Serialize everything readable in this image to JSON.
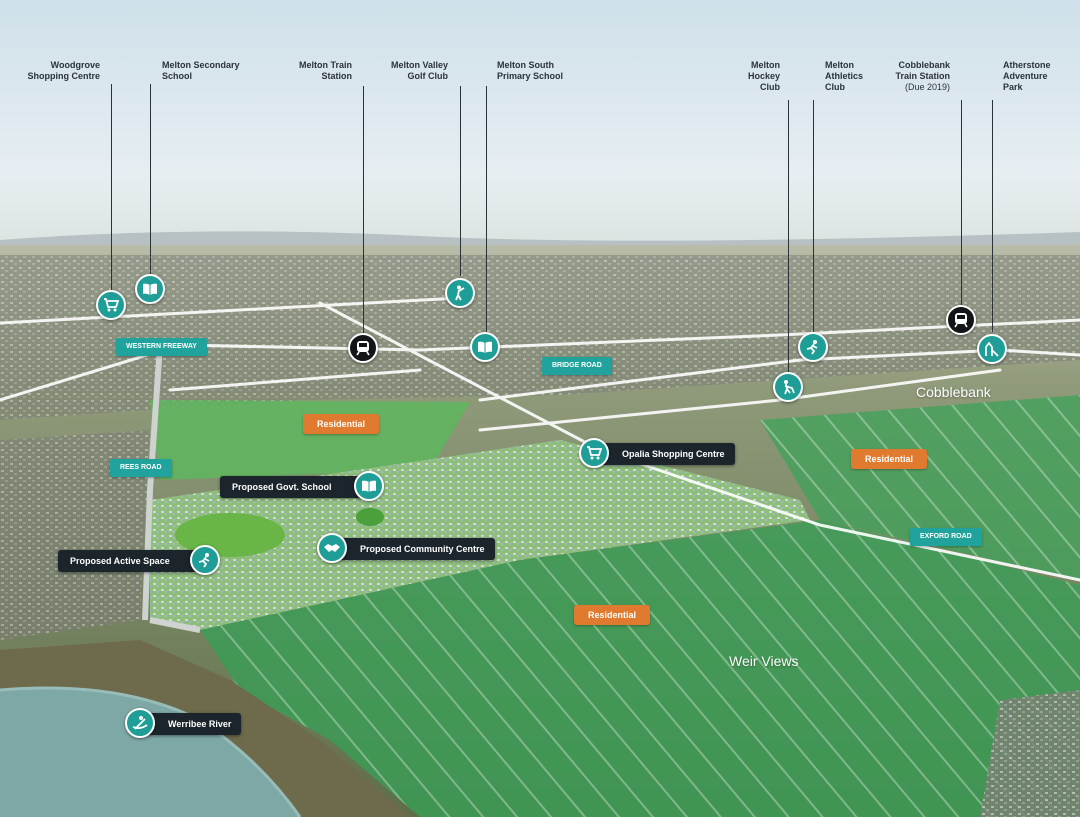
{
  "top_labels": [
    {
      "lines": [
        "Woodgrove",
        "Shopping Centre"
      ],
      "icon": "shopping-cart-icon"
    },
    {
      "lines": [
        "Melton Secondary",
        "School"
      ],
      "icon": "book-icon"
    },
    {
      "lines": [
        "Melton Train",
        "Station"
      ],
      "icon": "train-icon"
    },
    {
      "lines": [
        "Melton Valley",
        "Golf Club"
      ],
      "icon": "golf-icon"
    },
    {
      "lines": [
        "Melton South",
        "Primary School"
      ],
      "icon": "book-icon"
    },
    {
      "lines": [
        "Melton",
        "Hockey",
        "Club"
      ],
      "icon": "hockey-icon"
    },
    {
      "lines": [
        "Melton",
        "Athletics",
        "Club"
      ],
      "icon": "runner-icon"
    },
    {
      "lines": [
        "Cobblebank",
        "Train Station"
      ],
      "sub": "(Due 2019)",
      "icon": "train-icon"
    },
    {
      "lines": [
        "Atherstone",
        "Adventure",
        "Park"
      ],
      "icon": "playground-icon"
    }
  ],
  "road_tags": {
    "western_freeway": "WESTERN FREEWAY",
    "bridge_road": "BRIDGE ROAD",
    "rees_road": "REES ROAD",
    "exford_road": "EXFORD ROAD"
  },
  "residential_tags": [
    "Residential",
    "Residential",
    "Residential"
  ],
  "callouts": {
    "opalia": "Opalia Shopping Centre",
    "govt_school": "Proposed Govt. School",
    "community_centre": "Proposed Community Centre",
    "active_space": "Proposed Active Space",
    "werribee_river": "Werribee River"
  },
  "place_names": {
    "cobblebank": "Cobblebank",
    "weir_views": "Weir Views"
  },
  "colors": {
    "teal": "#1f9e98",
    "dark": "#121518",
    "orange": "#e07a2e",
    "green_overlay": "#3fa35a"
  }
}
